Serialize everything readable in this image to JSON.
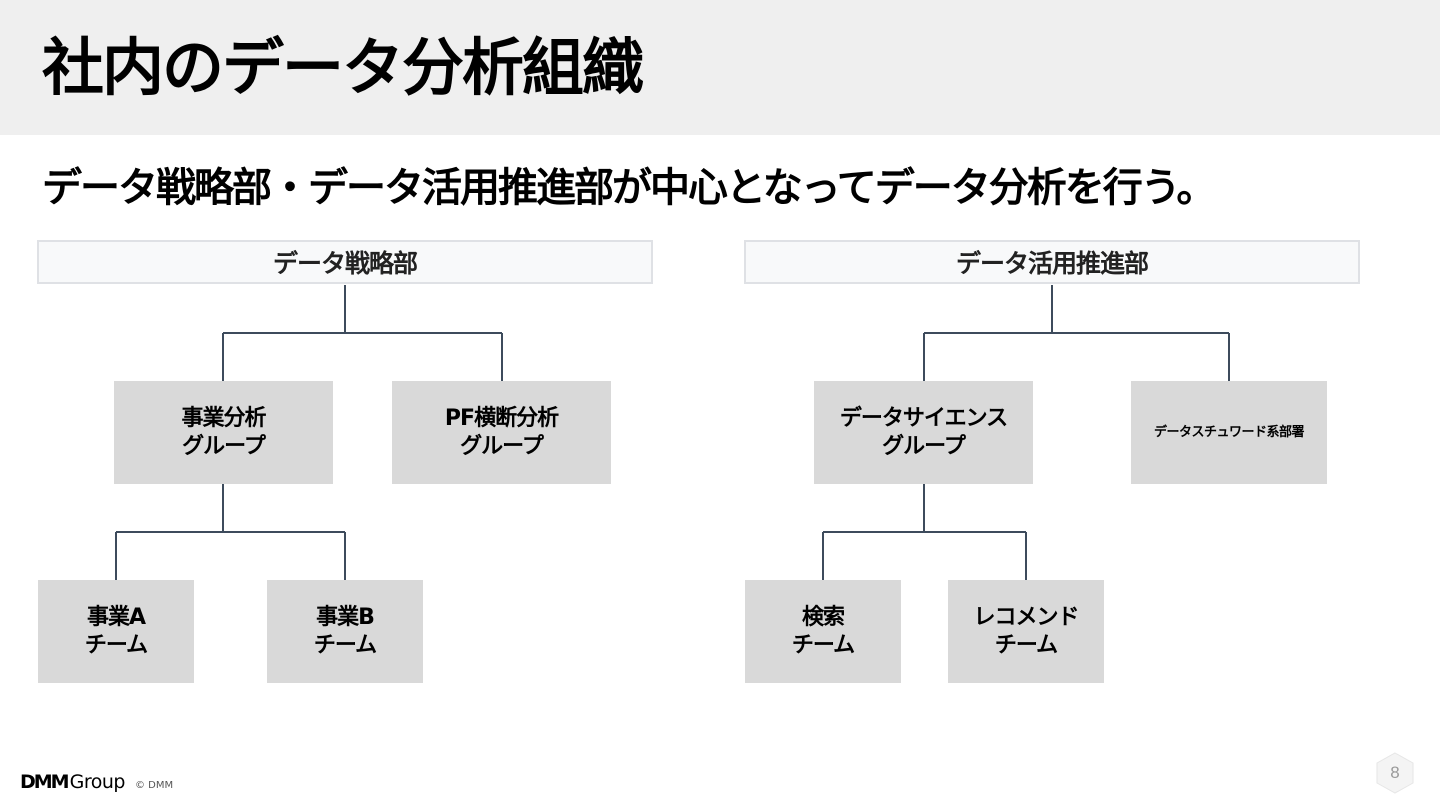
{
  "header": {
    "title": "社内のデータ分析組織"
  },
  "subtitle": "データ戦略部・データ活用推進部が中心となってデータ分析を行う。",
  "org": {
    "left_dept": "データ戦略部",
    "right_dept": "データ活用推進部",
    "groups": {
      "business_analysis": "事業分析\nグループ",
      "pf_cross_analysis": "PF横断分析\nグループ",
      "data_science": "データサイエンス\nグループ",
      "data_steward": "データスチュワード系部署"
    },
    "teams": {
      "business_a": "事業A\nチーム",
      "business_b": "事業B\nチーム",
      "search": "検索\nチーム",
      "recommend": "レコメンド\nチーム"
    }
  },
  "footer": {
    "logo_main": "DMM",
    "logo_sub": "Group",
    "copyright": "© DMM",
    "page_number": "8"
  },
  "colors": {
    "header_bg": "#efefef",
    "box_fill": "#d9d9d9",
    "line": "#3d4b5c",
    "dept_border": "#dfe1e5"
  }
}
